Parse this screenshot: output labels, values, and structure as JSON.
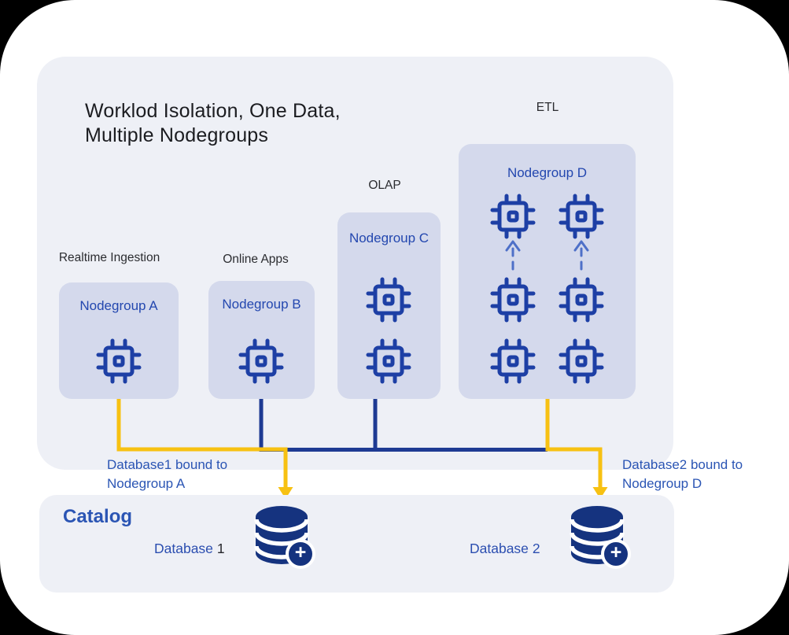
{
  "title": {
    "line1": "Worklod Isolation, One Data,",
    "line2": "Multiple Nodegroups"
  },
  "workloads": [
    {
      "workload_label": "Realtime Ingestion",
      "nodegroup_label": "Nodegroup A",
      "node_count": 1
    },
    {
      "workload_label": "Online Apps",
      "nodegroup_label": "Nodegroup B",
      "node_count": 1
    },
    {
      "workload_label": "OLAP",
      "nodegroup_label": "Nodegroup C",
      "node_count": 2
    },
    {
      "workload_label": "ETL",
      "nodegroup_label": "Nodegroup D",
      "node_count": 6
    }
  ],
  "bindings": [
    {
      "text_line1": "Database1 bound to",
      "text_line2": "Nodegroup A"
    },
    {
      "text_line1": "Database2 bound to",
      "text_line2": "Nodegroup D"
    }
  ],
  "catalog": {
    "title": "Catalog",
    "databases": [
      {
        "name": "Database",
        "number": "1"
      },
      {
        "name": "Database",
        "number": "2"
      }
    ]
  },
  "icons": {
    "chip": "cpu-chip-icon",
    "database": "database-plus-icon",
    "dashed_arrow": "dashed-up-arrow-icon"
  },
  "colors": {
    "accent_yellow": "#F7C112",
    "line_blue": "#1E3A93",
    "chip_blue": "#1D3FA5",
    "db_navy": "#15337F",
    "text_blue": "#2B55B4",
    "nodegroup_text_blue": "#2347AF",
    "card_bg": "#D4D9EC",
    "panel_bg": "#EEF0F6"
  }
}
